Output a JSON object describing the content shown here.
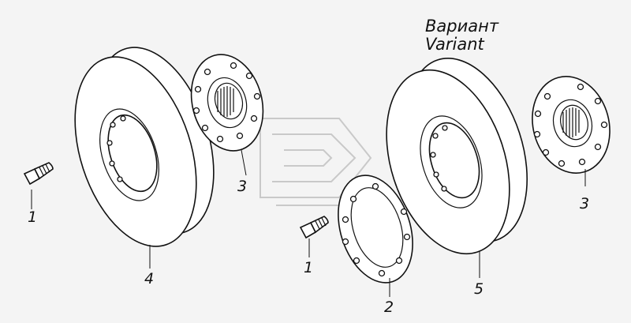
{
  "variant": {
    "line1": "Вариант",
    "line2": "Variant"
  },
  "callouts": {
    "bolt_left": "1",
    "bolt_right": "1",
    "ring_2": "2",
    "hub_left": "3",
    "hub_right": "3",
    "damper_4": "4",
    "damper_5": "5"
  }
}
